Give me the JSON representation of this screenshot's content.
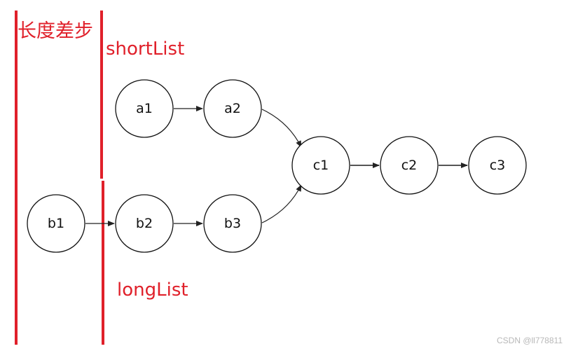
{
  "annotations": {
    "length_diff": "长度差步",
    "short_list": "shortList",
    "long_list": "longList"
  },
  "nodes": {
    "a1": "a1",
    "a2": "a2",
    "b1": "b1",
    "b2": "b2",
    "b3": "b3",
    "c1": "c1",
    "c2": "c2",
    "c3": "c3"
  },
  "edges": [
    [
      "a1",
      "a2"
    ],
    [
      "a2",
      "c1"
    ],
    [
      "b1",
      "b2"
    ],
    [
      "b2",
      "b3"
    ],
    [
      "b3",
      "c1"
    ],
    [
      "c1",
      "c2"
    ],
    [
      "c2",
      "c3"
    ]
  ],
  "colors": {
    "annotation": "#e0202a",
    "node_stroke": "#111111"
  },
  "watermark": "CSDN @ll778811"
}
